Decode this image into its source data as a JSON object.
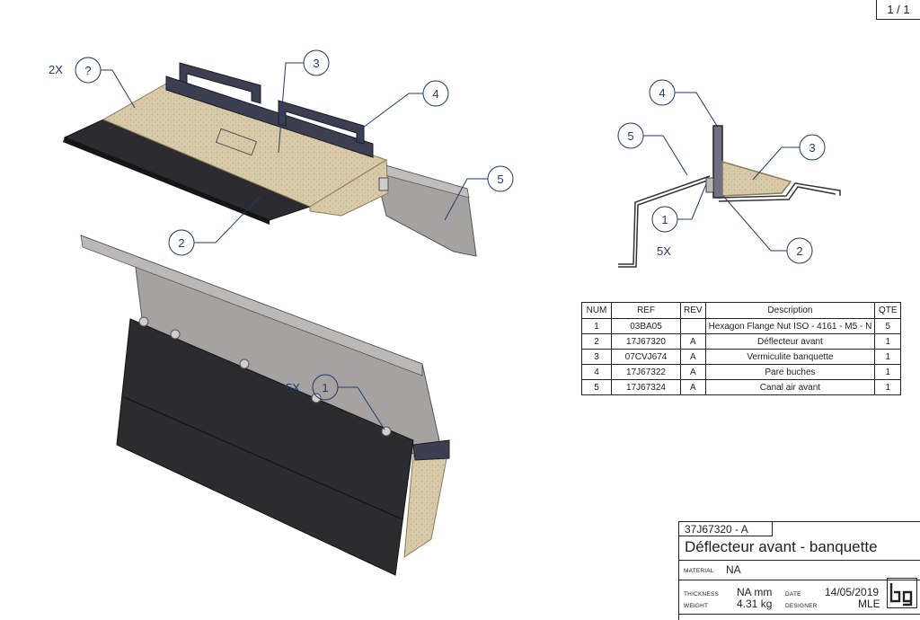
{
  "sheet": {
    "page": "1 / 1"
  },
  "views": {
    "main_qty": "2X",
    "side_qty": "5X",
    "bottom_qty": "5X"
  },
  "balloons": {
    "main": [
      "?",
      "3",
      "4",
      "5",
      "2"
    ],
    "side": [
      "4",
      "5",
      "3",
      "1",
      "2"
    ],
    "bottom": [
      "1"
    ]
  },
  "bom": {
    "headers": [
      "NUM",
      "REF",
      "REV",
      "Description",
      "QTE"
    ],
    "rows": [
      [
        "1",
        "03BA05",
        "",
        "Hexagon Flange Nut ISO - 4161 - M5 - N",
        "5"
      ],
      [
        "2",
        "17J67320",
        "A",
        "Déflecteur avant",
        "1"
      ],
      [
        "3",
        "07CVJ674",
        "A",
        "Vermiculite banquette",
        "1"
      ],
      [
        "4",
        "17J67322",
        "A",
        "Pare buches",
        "1"
      ],
      [
        "5",
        "17J67324",
        "A",
        "Canal air avant",
        "1"
      ]
    ]
  },
  "title_block": {
    "ref": "37J67320 - A",
    "title": "Déflecteur avant - banquette",
    "material_label": "MATERIAL",
    "material": "NA",
    "thickness_label": "THICKNESS",
    "thickness": "NA mm",
    "weight_label": "WEIGHT",
    "weight": "4.31 kg",
    "date_label": "DATE",
    "date": "14/05/2019",
    "designer_label": "DESIGNER",
    "designer": "MLE"
  },
  "colors": {
    "steel": "#9a9595",
    "black_part": "#2b2b30",
    "vermiculite": "#d8c9a8",
    "bracket": "#3c3f52"
  }
}
